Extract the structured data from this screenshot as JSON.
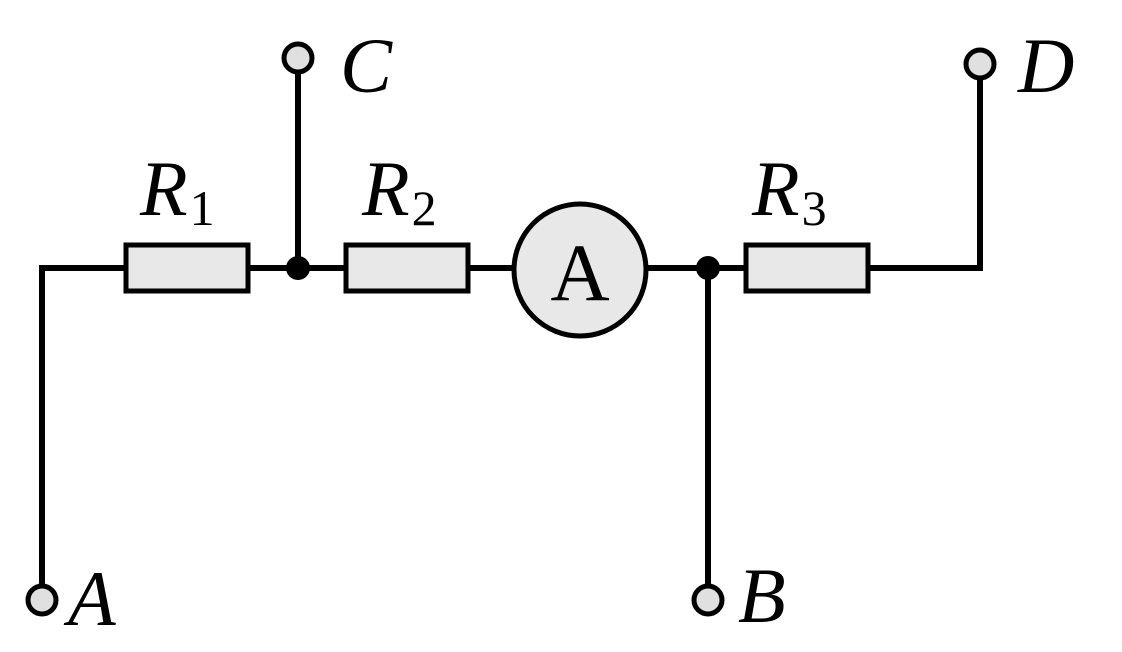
{
  "terminals": {
    "A": "A",
    "B": "B",
    "C": "C",
    "D": "D"
  },
  "resistors": [
    {
      "letter": "R",
      "index": "1"
    },
    {
      "letter": "R",
      "index": "2"
    },
    {
      "letter": "R",
      "index": "3"
    }
  ],
  "ammeter": {
    "symbol": "A"
  },
  "colors": {
    "stroke": "#000000",
    "component_fill": "#e8e8e8",
    "background": "#ffffff"
  }
}
